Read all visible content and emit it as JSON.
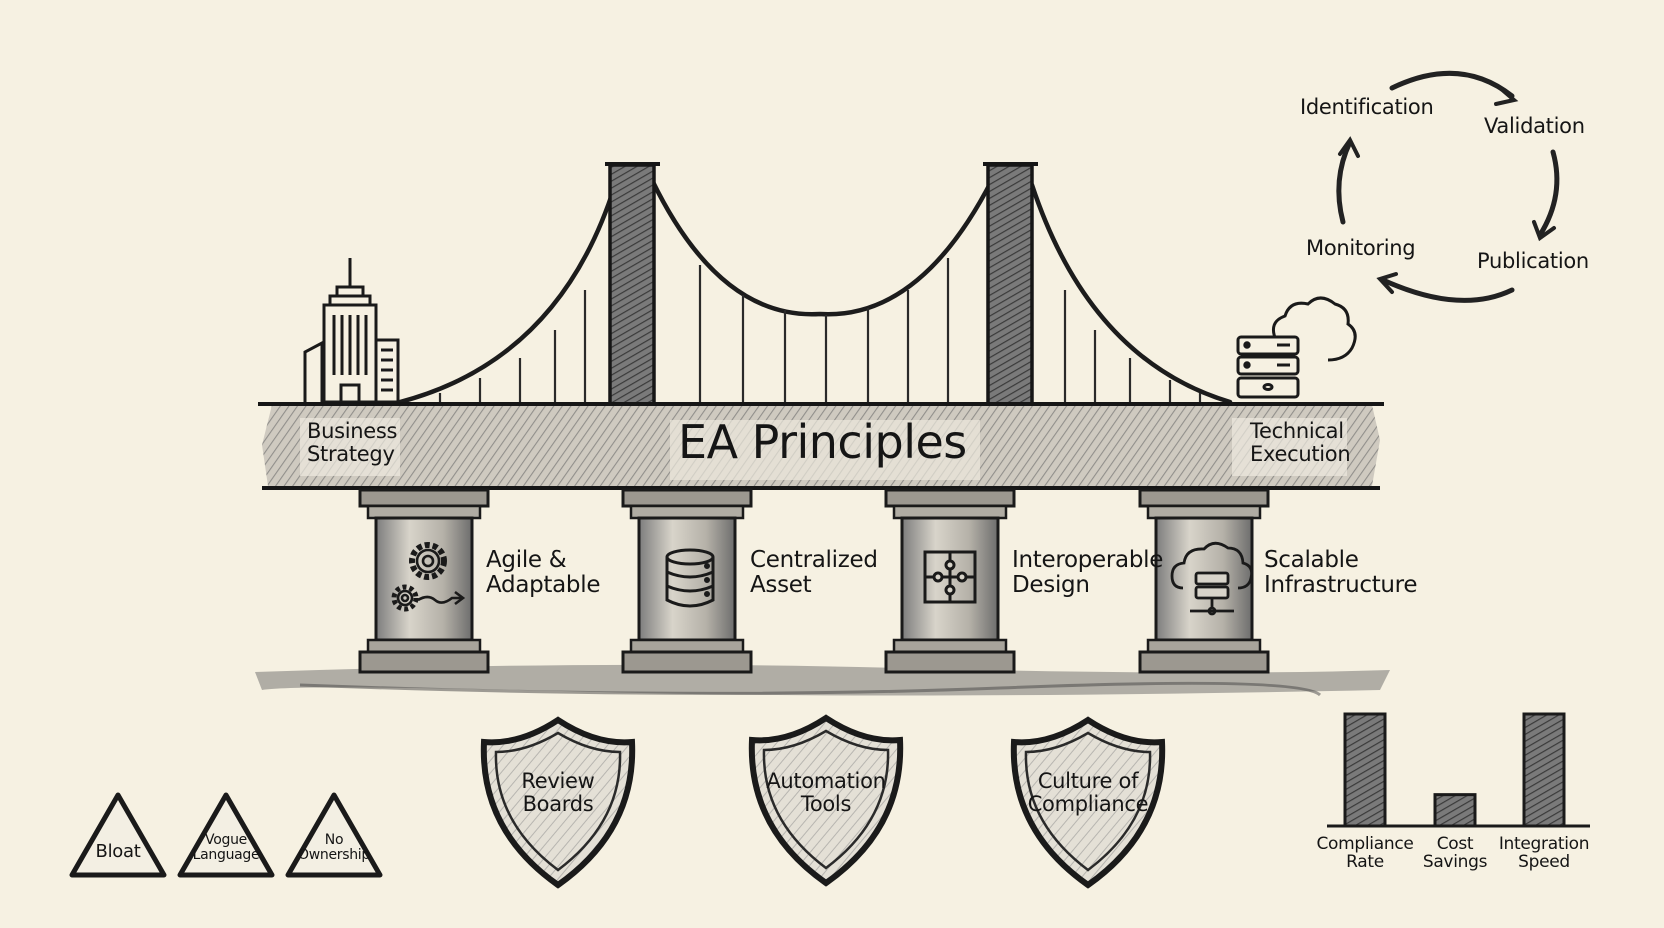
{
  "title": "EA Principles",
  "bridge": {
    "left_end": {
      "line1": "Business",
      "line2": "Strategy",
      "icon": "office-building-icon"
    },
    "right_end": {
      "line1": "Technical",
      "line2": "Execution",
      "icon": "server-cloud-icon"
    }
  },
  "pillars": [
    {
      "line1": "Agile &",
      "line2": "Adaptable",
      "icon": "gears-arrow-icon"
    },
    {
      "line1": "Centralized",
      "line2": "Asset",
      "icon": "database-icon"
    },
    {
      "line1": "Interoperable",
      "line2": "Design",
      "icon": "puzzle-icon"
    },
    {
      "line1": "Scalable",
      "line2": "Infrastructure",
      "icon": "cloud-server-icon"
    }
  ],
  "lifecycle": {
    "steps": [
      "Identification",
      "Validation",
      "Publication",
      "Monitoring"
    ],
    "direction": "clockwise"
  },
  "shields": [
    {
      "line1": "Review",
      "line2": "Boards"
    },
    {
      "line1": "Automation",
      "line2": "Tools"
    },
    {
      "line1": "Culture of",
      "line2": "Compliance"
    }
  ],
  "warnings": [
    {
      "line1": "Bloat",
      "line2": ""
    },
    {
      "line1": "Vogue",
      "line2": "Language"
    },
    {
      "line1": "No",
      "line2": "Ownership"
    }
  ],
  "chart_data": {
    "type": "bar",
    "title": "",
    "xlabel": "",
    "ylabel": "",
    "categories": [
      "Compliance Rate",
      "Cost Savings",
      "Integration Speed"
    ],
    "category_lines": [
      [
        "Compliance",
        "Rate"
      ],
      [
        "Cost",
        "Savings"
      ],
      [
        "Integration",
        "Speed"
      ]
    ],
    "values": [
      100,
      28,
      100
    ],
    "ylim": [
      0,
      100
    ],
    "grid": false,
    "legend": "none",
    "note": "Unlabeled relative magnitudes; no axis ticks shown"
  },
  "colors": {
    "background": "#f6f1e2",
    "ink": "#1a1a1a",
    "shade": "#6b6b6b"
  }
}
